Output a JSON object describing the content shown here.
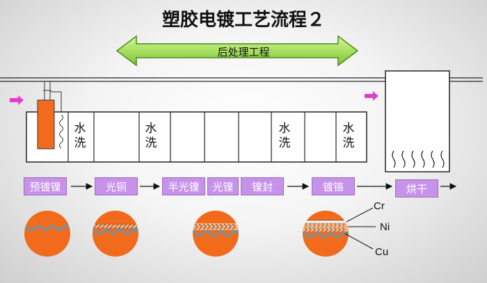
{
  "title": "塑胶电镀工艺流程２",
  "stage_arrow_label": "后处理工程",
  "tanks": [
    {
      "label": "水洗"
    },
    {
      "label": "水洗"
    },
    {
      "label": "水洗"
    },
    {
      "label": "水洗"
    }
  ],
  "steps": [
    {
      "label": "预镀镍"
    },
    {
      "label": "光铜"
    },
    {
      "label": "半光镍"
    },
    {
      "label": "光镍"
    },
    {
      "label": "镍封"
    },
    {
      "label": "镀铬"
    },
    {
      "label": "烘干"
    }
  ],
  "layer_labels": {
    "cr": "Cr",
    "ni": "Ni",
    "cu": "Cu"
  },
  "colors": {
    "arrow_fill": "#a8e060",
    "arrow_border": "#4a8a1a",
    "step_fill": "#c792ea",
    "substrate": "#f26a1b",
    "pointer": "#e040c8"
  }
}
